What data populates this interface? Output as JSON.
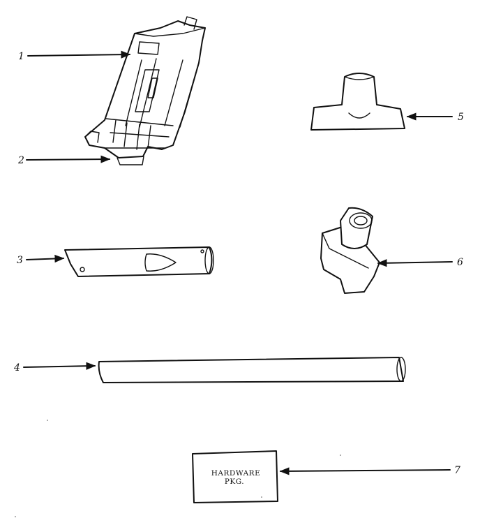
{
  "callouts": [
    {
      "num": "1"
    },
    {
      "num": "2"
    },
    {
      "num": "3"
    },
    {
      "num": "4"
    },
    {
      "num": "5"
    },
    {
      "num": "6"
    },
    {
      "num": "7"
    }
  ],
  "hardware_pkg": {
    "line1": "HARDWARE",
    "line2": "PKG."
  }
}
